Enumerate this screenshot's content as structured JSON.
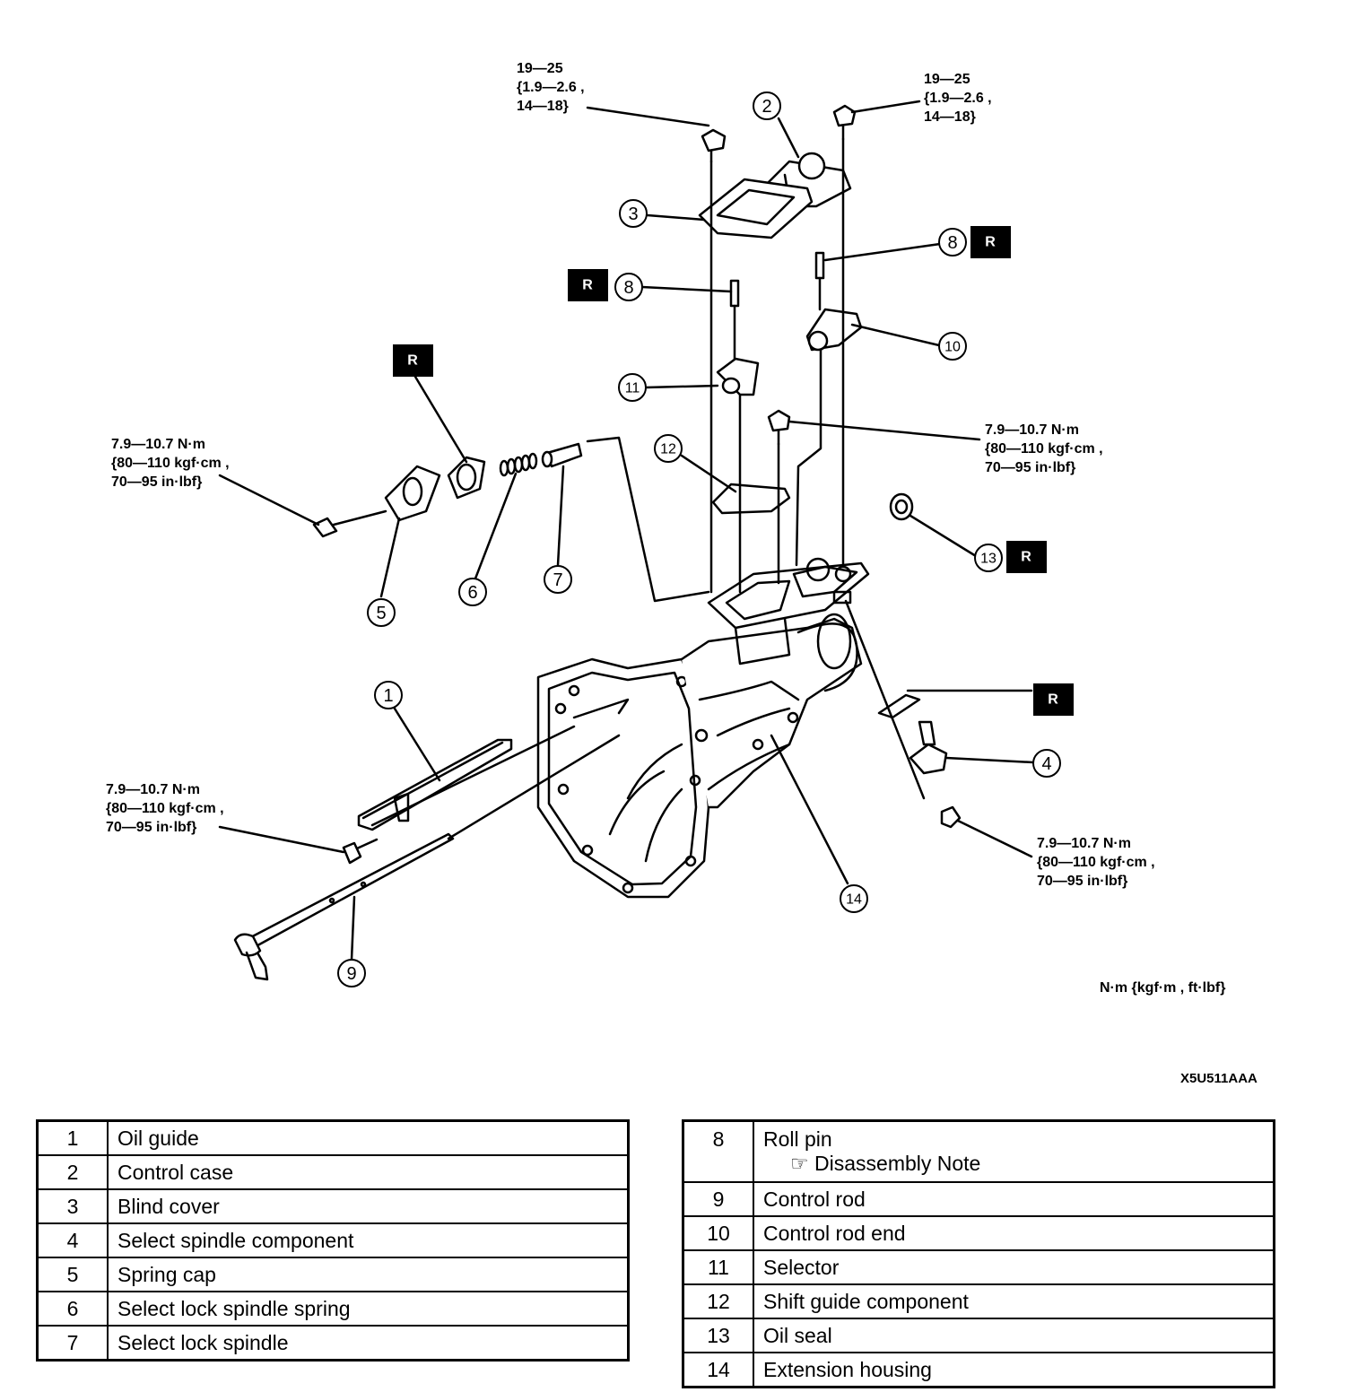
{
  "torque_specs": {
    "t_left_top": "19—25\n{1.9—2.6 ,\n14—18}",
    "t_right_top": "19—25\n{1.9—2.6 ,\n14—18}",
    "t_spring_cap": "7.9—10.7 N·m\n{80—110 kgf·cm ,\n70—95 in·lbf}",
    "t_shift_guide": "7.9—10.7 N·m\n{80—110 kgf·cm ,\n70—95 in·lbf}",
    "t_oil_guide": "7.9—10.7 N·m\n{80—110 kgf·cm ,\n70—95 in·lbf}",
    "t_select_spindle": "7.9—10.7 N·m\n{80—110 kgf·cm ,\n70—95 in·lbf}"
  },
  "unit_note": "N·m {kgf·m , ft·lbf}",
  "figure_code": "X5U511AAA",
  "replace_mark": "R",
  "callouts": [
    "1",
    "2",
    "3",
    "4",
    "5",
    "6",
    "7",
    "8",
    "9",
    "10",
    "11",
    "12",
    "13",
    "14"
  ],
  "parts_left": [
    {
      "num": "1",
      "name": "Oil guide"
    },
    {
      "num": "2",
      "name": "Control case"
    },
    {
      "num": "3",
      "name": "Blind cover"
    },
    {
      "num": "4",
      "name": "Select spindle component"
    },
    {
      "num": "5",
      "name": "Spring cap"
    },
    {
      "num": "6",
      "name": "Select lock spindle spring"
    },
    {
      "num": "7",
      "name": "Select lock spindle"
    }
  ],
  "parts_right": [
    {
      "num": "8",
      "name": "Roll pin",
      "note_icon": "☞",
      "note": "Disassembly Note"
    },
    {
      "num": "9",
      "name": "Control rod"
    },
    {
      "num": "10",
      "name": "Control rod end"
    },
    {
      "num": "11",
      "name": "Selector"
    },
    {
      "num": "12",
      "name": "Shift guide component"
    },
    {
      "num": "13",
      "name": "Oil seal"
    },
    {
      "num": "14",
      "name": "Extension housing"
    }
  ]
}
